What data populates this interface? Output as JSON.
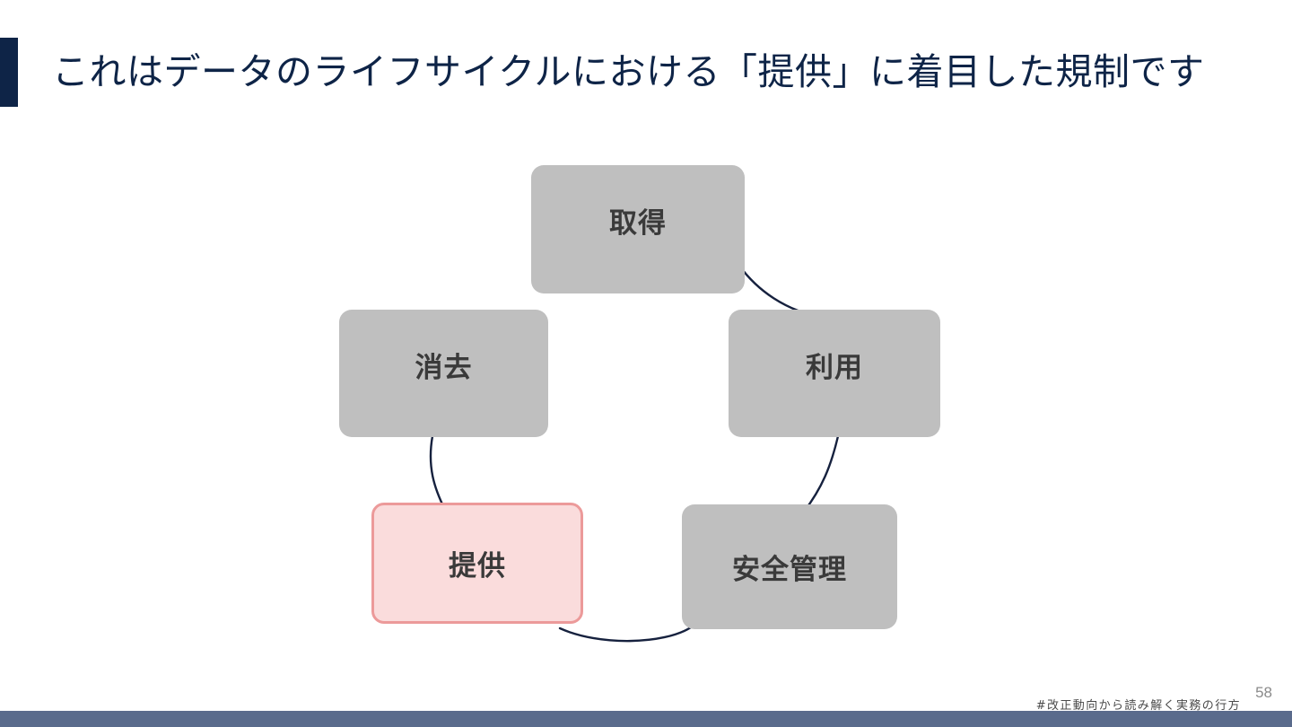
{
  "slide": {
    "title": "これはデータのライフサイクルにおける「提供」に着目した規制です",
    "accent_color": "#0E2447",
    "background_color": "#FFFFFF"
  },
  "diagram": {
    "type": "cycle",
    "node_fill_default": "#BFBFBF",
    "node_text_color": "#3A3A3A",
    "highlight_fill": "#FADCDC",
    "highlight_border": "#EC9A9A",
    "connector_color": "#16213E",
    "nodes": [
      {
        "id": "shutoku",
        "label": "取得",
        "highlighted": false
      },
      {
        "id": "riyou",
        "label": "利用",
        "highlighted": false
      },
      {
        "id": "anzen",
        "label": "安全管理",
        "highlighted": false
      },
      {
        "id": "teikyou",
        "label": "提供",
        "highlighted": true
      },
      {
        "id": "shoukyo",
        "label": "消去",
        "highlighted": false
      }
    ],
    "connections": [
      {
        "from": "shutoku",
        "to": "riyou"
      },
      {
        "from": "riyou",
        "to": "anzen"
      },
      {
        "from": "anzen",
        "to": "teikyou"
      },
      {
        "from": "teikyou",
        "to": "shoukyo"
      }
    ]
  },
  "footer": {
    "hashtag": "#改正動向から読み解く実務の行方",
    "page_number": "58",
    "bar_color": "#5A6B8C"
  }
}
